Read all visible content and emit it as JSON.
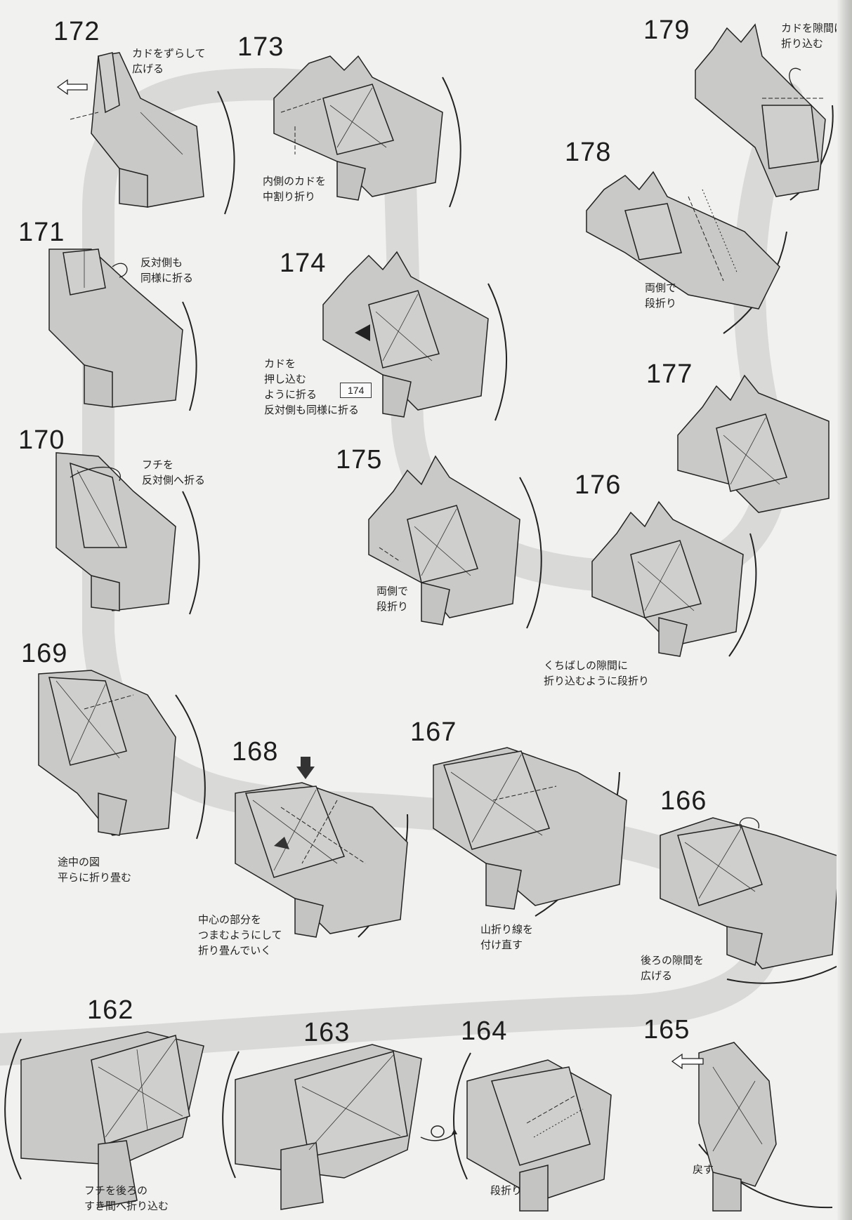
{
  "steps": [
    {
      "id": "162",
      "num": "162",
      "text": [
        "フチを後ろの",
        "すき間へ折り込む"
      ]
    },
    {
      "id": "163",
      "num": "163",
      "text": []
    },
    {
      "id": "164",
      "num": "164",
      "text": [
        "段折り"
      ]
    },
    {
      "id": "165",
      "num": "165",
      "text": [
        "戻す"
      ]
    },
    {
      "id": "166",
      "num": "166",
      "text": [
        "後ろの隙間を",
        "広げる"
      ]
    },
    {
      "id": "167",
      "num": "167",
      "text": [
        "山折り線を",
        "付け直す"
      ]
    },
    {
      "id": "168",
      "num": "168",
      "text": [
        "中心の部分を",
        "つまむようにして",
        "折り畳んでいく"
      ]
    },
    {
      "id": "169",
      "num": "169",
      "text": [
        "途中の図",
        "平らに折り畳む"
      ]
    },
    {
      "id": "170",
      "num": "170",
      "text": [
        "フチを",
        "反対側へ折る"
      ]
    },
    {
      "id": "171",
      "num": "171",
      "text": [
        "反対側も",
        "同様に折る"
      ]
    },
    {
      "id": "172",
      "num": "172",
      "text": [
        "カドをずらして",
        "広げる"
      ]
    },
    {
      "id": "173",
      "num": "173",
      "text": [
        "内側のカドを",
        "中割り折り"
      ]
    },
    {
      "id": "174",
      "num": "174",
      "text": [
        "カドを",
        "押し込む",
        "ように折る",
        "反対側も同様に折る"
      ],
      "box": "174"
    },
    {
      "id": "175",
      "num": "175",
      "text": [
        "両側で",
        "段折り"
      ]
    },
    {
      "id": "176",
      "num": "176",
      "text": [
        "くちばしの隙間に",
        "折り込むように段折り"
      ]
    },
    {
      "id": "177",
      "num": "177",
      "text": []
    },
    {
      "id": "178",
      "num": "178",
      "text": [
        "両側で",
        "段折り"
      ]
    },
    {
      "id": "179",
      "num": "179",
      "text": [
        "カドを隙間に",
        "折り込む"
      ]
    }
  ],
  "icons": {
    "turn_over": "turn-over-icon",
    "push_arrow": "push-arrow-icon",
    "pull_arrow": "pull-arrow-icon"
  },
  "colors": {
    "background": "#f1f1ef",
    "path_band": "#d8d8d6",
    "diagram_fill": "#c9c9c7",
    "line": "#222222"
  }
}
